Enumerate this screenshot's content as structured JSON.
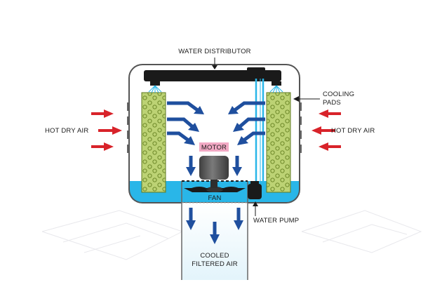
{
  "labels": {
    "water_distributor": "WATER DISTRIBUTOR",
    "cooling_pads_line1": "COOLING",
    "cooling_pads_line2": "PADS",
    "hot_dry_air_left": "HOT DRY AIR",
    "hot_dry_air_right": "HOT DRY AIR",
    "motor": "MOTOR",
    "fan": "FAN",
    "water_pump": "WATER PUMP",
    "cooled_line1": "COOLED",
    "cooled_line2": "FILTERED AIR"
  },
  "colors": {
    "hot_air_arrow": "#d8232a",
    "air_flow_arrow": "#1f4f9e",
    "water": "#29b6e8",
    "pad_fill": "#b9cf6d",
    "pad_dot": "#6f8a2a",
    "housing_stroke": "#555555",
    "distributor": "#1a1a1a",
    "motor_label_bg": "#f2a9c4",
    "motor_body": "#5a5a5a"
  }
}
